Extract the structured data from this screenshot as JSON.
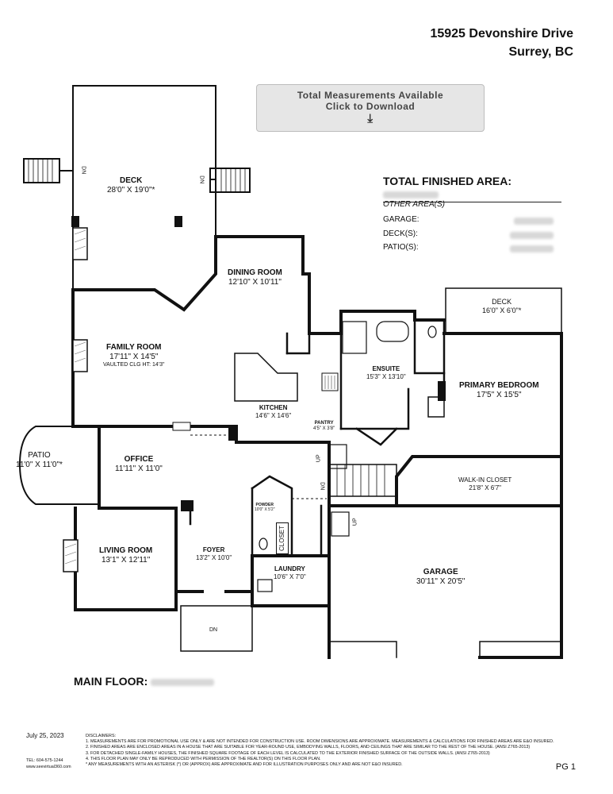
{
  "address": {
    "line1": "15925 Devonshire Drive",
    "line2": "Surrey, BC"
  },
  "download": {
    "line1": "Total Measurements Available",
    "line2": "Click to Download",
    "icon": "download-arrow-icon"
  },
  "totals": {
    "finished_label": "TOTAL FINISHED AREA:",
    "other_label": "OTHER AREA(S)",
    "rows": [
      {
        "label": "GARAGE:"
      },
      {
        "label": "DECK(S):"
      },
      {
        "label": "PATIO(S):"
      }
    ]
  },
  "rooms": {
    "deck_main": {
      "name": "DECK",
      "dims": "28'0\" X 19'0\"*"
    },
    "dining": {
      "name": "DINING ROOM",
      "dims": "12'10\" X 10'11\""
    },
    "family": {
      "name": "FAMILY ROOM",
      "dims": "17'11\" X 14'5\"",
      "note": "VAULTED CLG HT: 14'3\""
    },
    "kitchen": {
      "name": "KITCHEN",
      "dims": "14'6\" X 14'6\""
    },
    "pantry": {
      "name": "PANTRY",
      "dims": "4'5\" X 3'8\""
    },
    "ensuite": {
      "name": "ENSUITE",
      "dims": "15'3\" X 13'10\""
    },
    "deck_rear": {
      "name": "DECK",
      "dims": "16'0\" X 6'0\"*"
    },
    "primary": {
      "name": "PRIMARY BEDROOM",
      "dims": "17'5\" X 15'5\""
    },
    "walkin": {
      "name": "WALK-IN CLOSET",
      "dims": "21'8\" X 6'7\""
    },
    "patio": {
      "name": "PATIO",
      "dims": "11'0\" X 11'0\"*"
    },
    "office": {
      "name": "OFFICE",
      "dims": "11'11\" X 11'0\""
    },
    "living": {
      "name": "LIVING ROOM",
      "dims": "13'1\" X 12'11\""
    },
    "foyer": {
      "name": "FOYER",
      "dims": "13'2\" X 10'0\""
    },
    "powder": {
      "name": "POWDER",
      "dims": "10'0\" X 5'2\""
    },
    "closet_label": "CLOSET",
    "laundry": {
      "name": "LAUNDRY",
      "dims": "10'6\" X 7'0\""
    },
    "garage": {
      "name": "GARAGE",
      "dims": "30'11\" X 20'5\""
    }
  },
  "stairs": {
    "dn": "DN",
    "up": "UP"
  },
  "main_floor_label": "MAIN FLOOR:",
  "footer": {
    "date": "July 25, 2023",
    "disclaimer_title": "DISCLAIMERS:",
    "disclaimers": [
      "1. MEASUREMENTS ARE FOR PROMOTIONAL USE ONLY & ARE NOT INTENDED FOR CONSTRUCTION USE. ROOM DIMENSIONS ARE APPROXIMATE. MEASUREMENTS & CALCULATIONS FOR FINISHED AREAS ARE E&O INSURED.",
      "2. FINISHED AREAS ARE ENCLOSED AREAS IN A HOUSE THAT ARE SUITABLE FOR YEAR-ROUND USE, EMBODYING WALLS, FLOORS, AND CEILINGS THAT ARE SIMILAR TO THE REST OF THE HOUSE. (ANSI Z765-2013)",
      "3. FOR DETACHED SINGLE-FAMILY HOUSES, THE FINISHED SQUARE FOOTAGE OF EACH LEVEL IS CALCULATED TO THE EXTERIOR FINISHED SURFACE OF THE OUTSIDE WALLS. (ANSI Z765-2013)",
      "4. THIS FLOOR PLAN MAY ONLY BE REPRODUCED WITH PERMISSION OF THE REALTOR(S) ON THIS FLOOR PLAN.",
      "* ANY MEASUREMENTS WITH AN ASTERISK (*) OR (APPROX) ARE APPROXIMATE AND FOR ILLUSTRATION PURPOSES ONLY AND ARE NOT E&O INSURED."
    ],
    "tel": "TEL: 604-575-1244",
    "web": "www.seevirtual360.com",
    "page": "PG 1"
  }
}
